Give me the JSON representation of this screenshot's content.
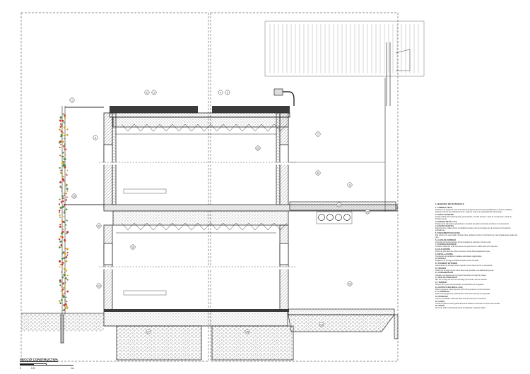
{
  "drawing": {
    "title": "SECCIÓ CONSTRUCTIVA",
    "scale_labels": [
      "0",
      "0,5",
      "1m"
    ],
    "callouts": [
      "1",
      "2",
      "3",
      "4",
      "5",
      "6",
      "7",
      "8",
      "9",
      "10",
      "11",
      "12",
      "13",
      "14",
      "15",
      "16",
      "17",
      "18",
      "19",
      "20"
    ],
    "colors": {
      "line": "#2b2b2b",
      "hatch": "#555555",
      "dashed_frame": "#6a6a6a",
      "plant_red": "#c0392b",
      "plant_yellow": "#d4a017",
      "plant_green": "#4f8a3c",
      "gravel": "#8c8c8c"
    }
  },
  "legend": {
    "title": "LLEGENDA DE MATERIALS",
    "items": [
      {
        "head": "1. COBERTA TIPUS",
        "text": "Protecció de grava de riera amb làmina geotèxtil, làmina impermeabilitzant de betum modificat, aïllament tèrmic de poliestirè extruït i capa de morter de regularització sobre forjat."
      },
      {
        "head": "2. FORJAT SANITARI",
        "text": "Forjat unidireccional de biguetes pretensades i revoltó ceràmic, capa de compressió i xapa de formigó armat."
      },
      {
        "head": "3. BARANA METÀL·LICA",
        "text": "Passamà de tub d'acer galvanitzat i muntants de platina ancorats a la llosa de coronament."
      },
      {
        "head": "4. FAÇANA VEGETAL",
        "text": "Estructura de cables d'acer inoxidable tensats entre ancoratges per al creixement d'espècies enfiladisses."
      },
      {
        "head": "5. TANCAMENT DE FAÇANA",
        "text": "Full exterior de maó calat, cambra d'aire, aïllament tèrmic i full interior de maó foradat amb acabat de guix."
      },
      {
        "head": "6. LLOSA DE FORMIGÓ",
        "text": "Llosa de formigó armat HA-25 amb acabat de paviment continu polit."
      },
      {
        "head": "7. FUSTERIA EXTERIOR",
        "text": "Perfileria d'alumini amb trencament de pont tèrmic i doble vidre amb cambra."
      },
      {
        "head": "8. FALS SOSTRE",
        "text": "Placa de guix laminat sobre estructura metàl·lica penjada del forjat."
      },
      {
        "head": "9. INSTAL·LACIONS",
        "text": "Conductes de ventilació i safates elèctriques registrables."
      },
      {
        "head": "10. ESCALA",
        "text": "Esglaons de formigó prefabricat sobre llosa inclinada."
      },
      {
        "head": "11. PAVIMENT EXTERIOR",
        "text": "Llambordes de formigó sobre capa de sorra i base de tot-u compactat."
      },
      {
        "head": "12. SOLERA",
        "text": "Solera de formigó armat sobre làmina de polietilè i encadellat de graves."
      },
      {
        "head": "13. FONAMENTACIÓ",
        "text": "Sabates corregudes de formigó armat sobre formigó de neteja."
      },
      {
        "head": "14. MUR DE CONTENCIÓ",
        "text": "Mur de formigó armat amb drenatge perimetral i làmina nodular."
      },
      {
        "head": "15. TERRENY",
        "text": "Reblert de terres seleccionades compactades per tongades."
      },
      {
        "head": "16. ESTRUCTURA METÀL·LICA",
        "text": "Pilars i jàsseres d'acer laminat S275 amb protecció contra incendis."
      },
      {
        "head": "17. LUCERNARI",
        "text": "Estructura lleugera de perfils d'acer amb vidre laminat de seguretat."
      },
      {
        "head": "18. PERSIANA",
        "text": "Lames orientables d'alumini lacat amb accionament motoritzat."
      },
      {
        "head": "19. CANAL",
        "text": "Canal de planxa d'acer galvanitzat amb baixant connectat a la xarxa de pluvials."
      },
      {
        "head": "20. SÒCOL",
        "text": "Sòcol de pedra natural amb junta de dilatació i segellat elàstic."
      }
    ]
  }
}
